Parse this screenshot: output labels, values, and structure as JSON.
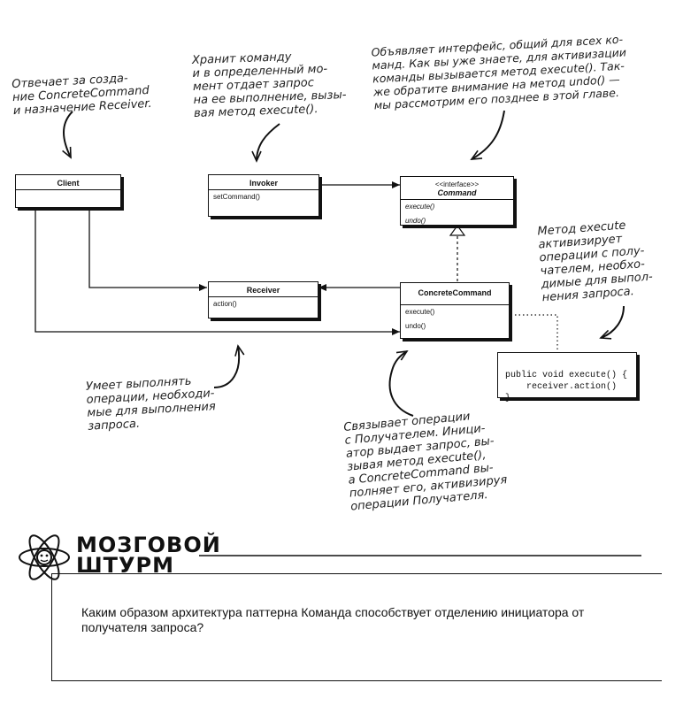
{
  "notes": {
    "client_note": [
      "Отвечает за созда-",
      "ние ConcreteCommand",
      "и назначение Receiver."
    ],
    "invoker_note": [
      "Хранит команду",
      "и в определенный мо-",
      "мент отдает запрос",
      "на ее выполнение, вызы-",
      "вая метод execute()."
    ],
    "command_note": [
      "Объявляет интерфейс, общий для всех ко-",
      "манд. Как вы уже знаете, для активизации",
      "команды вызывается метод execute(). Так-",
      "же обратите внимание на метод undo() —",
      "мы рассмотрим его позднее в этой главе."
    ],
    "execute_note": [
      "Метод execute",
      "активизирует",
      "операции с полу-",
      "чателем, необхо-",
      "димые для выпол-",
      "нения запроса."
    ],
    "receiver_note": [
      "Умеет выполнять",
      "операции, необходи-",
      "мые для выполнения",
      "запроса."
    ],
    "concrete_note": [
      "Связывает операции",
      "с Получателем. Иници-",
      "атор выдает запрос, вы-",
      "зывая метод execute(),",
      "а ConcreteCommand вы-",
      "полняет его, активизируя",
      "операции Получателя."
    ]
  },
  "classes": {
    "client": {
      "name": "Client"
    },
    "invoker": {
      "name": "Invoker",
      "ops": [
        "setCommand()"
      ]
    },
    "command": {
      "stereotype": "<<interface>>",
      "name": "Command",
      "ops": [
        "execute()",
        "undo()"
      ]
    },
    "receiver": {
      "name": "Receiver",
      "ops": [
        "action()"
      ]
    },
    "concrete": {
      "name": "ConcreteCommand",
      "ops": [
        "execute()",
        "undo()"
      ]
    }
  },
  "code": {
    "lines": [
      "public void execute() {",
      "    receiver.action()",
      "}"
    ]
  },
  "brainstorm": {
    "title_line1": "МОЗГОВОЙ",
    "title_line2": "ШТУРМ",
    "question": "Каким образом архитектура паттерна Команда способствует отделению инициатора от получателя запроса?"
  }
}
